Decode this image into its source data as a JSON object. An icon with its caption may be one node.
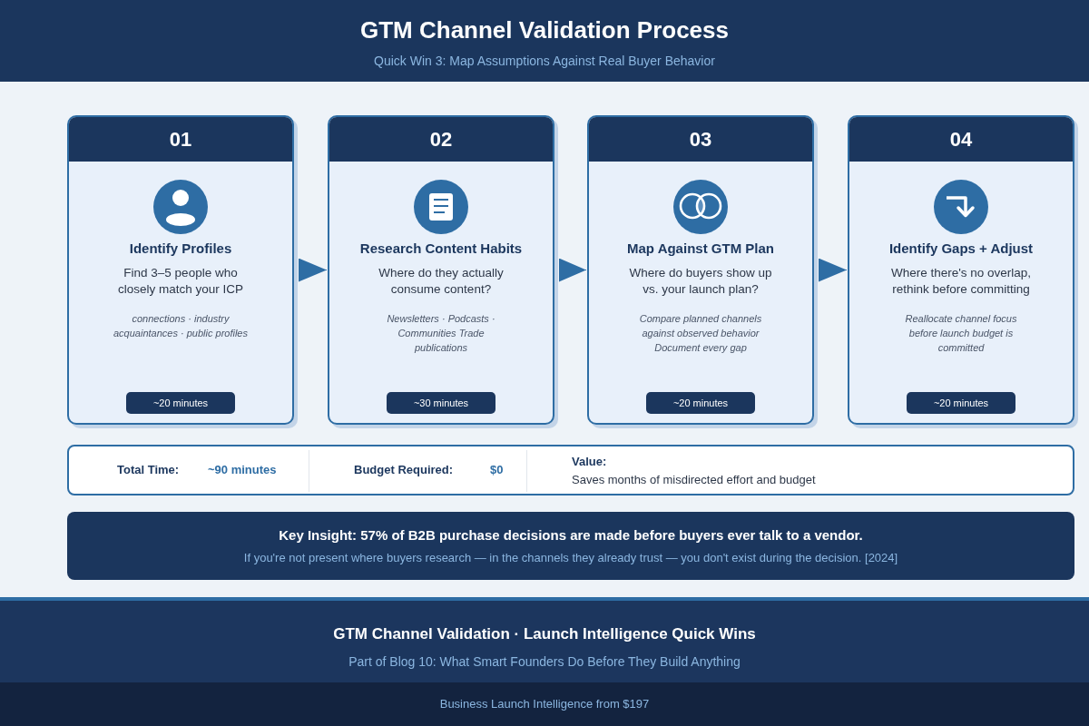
{
  "diagram": {
    "title": "GTM Channel Validation Process",
    "nodes": [
      {
        "text": [
          "01",
          "Identify Profiles",
          "Find 3–5 people who closely match your ICP",
          "connections · industry acquaintances · public profiles"
        ]
      },
      {
        "text": [
          "~20 minutes"
        ],
        "in": 0
      },
      {
        "text": [
          "02",
          "Research Content Habits",
          "Where do they actually consume content?",
          "Newsletters · Podcasts · Communities Trade publications"
        ]
      },
      {
        "text": [
          "~30 minutes"
        ],
        "in": 2
      },
      {
        "text": [
          "03",
          "Map Against GTM Plan",
          "Where do buyers show up vs. your launch plan?",
          "Compare planned channels against observed behavior Document every gap"
        ]
      },
      {
        "text": [
          "~20 minutes"
        ],
        "in": 4
      },
      {
        "text": [
          "04",
          "Identify Gaps + Adjust",
          "Where there's no overlap, rethink before committing",
          "Reallocate channel focus before launch budget is committed"
        ]
      },
      {
        "text": [
          "~20 minutes"
        ],
        "in": 6
      },
      {
        "text": [
          "Total Time:",
          "~90 minutes",
          "Budget Required:",
          "$0",
          "Value:",
          "Saves months of misdirected effort and budget"
        ]
      },
      {
        "text": [
          "Key Insight: 57% of B2B purchase decisions are made before buyers ever talk to a vendor.",
          "If you're not present where buyers research — in the channels they already trust — you don't exist during the decision. [2024]"
        ]
      }
    ],
    "edges": [
      {
        "from": 0,
        "to": 2,
        "arrow": "to"
      },
      {
        "from": 2,
        "to": 4,
        "arrow": "to"
      },
      {
        "from": 4,
        "to": 6,
        "arrow": "to"
      }
    ],
    "labels": [
      "Quick Win 3: Map Assumptions Against Real Buyer Behavior",
      "GTM Channel Validation · Launch Intelligence Quick Wins",
      "Part of Blog 10: What Smart Founders Do Before They Build Anything",
      "Business Launch Intelligence from $197"
    ]
  }
}
